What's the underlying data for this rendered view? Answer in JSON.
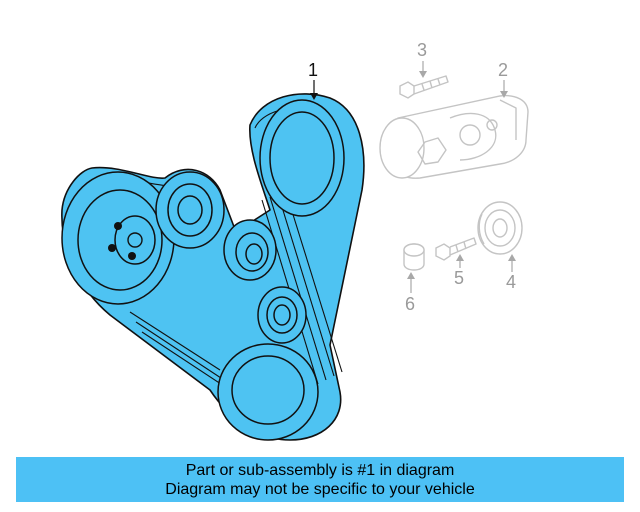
{
  "callouts": {
    "c1": "1",
    "c2": "2",
    "c3": "3",
    "c4": "4",
    "c5": "5",
    "c6": "6"
  },
  "banner": {
    "line1": "Part or sub-assembly is #1 in diagram",
    "line2": "Diagram may not be specific to your vehicle"
  },
  "colors": {
    "highlight": "#4ec3f2",
    "banner": "#4dc1f5",
    "outline": "#111111",
    "ghost": "#c4c4c4"
  }
}
